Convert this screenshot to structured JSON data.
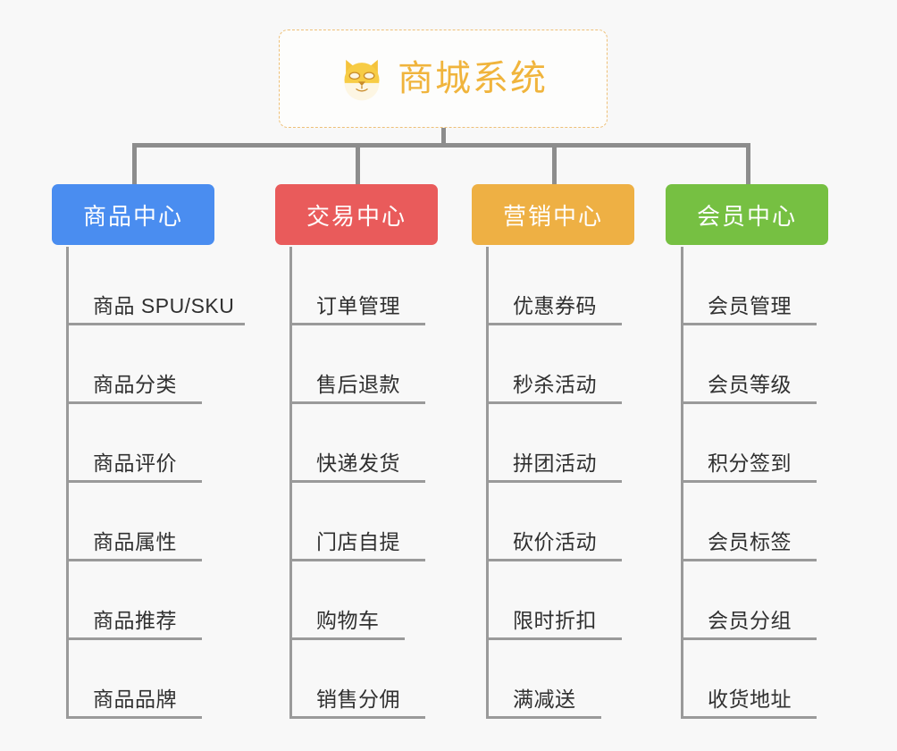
{
  "diagram": {
    "type": "mindmap-org-chart",
    "background_color": "#f8f8f8",
    "connector_color": "#8d8d8d",
    "root": {
      "title": "商城系统",
      "icon": "shiba-dog-face-icon",
      "border_color": "#eec077",
      "text_color": "#f0b43c",
      "background_color": "#fdfdfc"
    },
    "branches": [
      {
        "title": "商品中心",
        "color": "#4a8df0",
        "items": [
          "商品 SPU/SKU",
          "商品分类",
          "商品评价",
          "商品属性",
          "商品推荐",
          "商品品牌"
        ]
      },
      {
        "title": "交易中心",
        "color": "#e95b5b",
        "items": [
          "订单管理",
          "售后退款",
          "快递发货",
          "门店自提",
          "购物车",
          "销售分佣"
        ]
      },
      {
        "title": "营销中心",
        "color": "#eeb044",
        "items": [
          "优惠券码",
          "秒杀活动",
          "拼团活动",
          "砍价活动",
          "限时折扣",
          "满减送"
        ]
      },
      {
        "title": "会员中心",
        "color": "#76c042",
        "items": [
          "会员管理",
          "会员等级",
          "积分签到",
          "会员标签",
          "会员分组",
          "收货地址"
        ]
      }
    ]
  }
}
